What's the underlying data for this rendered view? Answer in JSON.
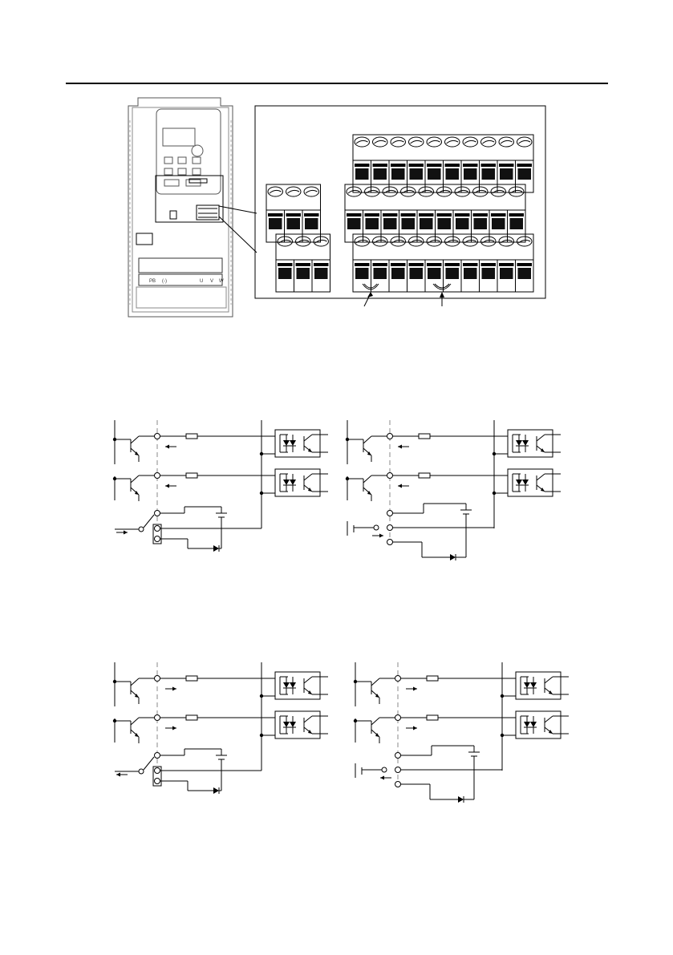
{
  "page": {
    "has_header_rule": true
  },
  "figure_top": {
    "drive_panel": {
      "terminal_labels": [
        "PB",
        "(-)",
        "U",
        "V",
        "W"
      ],
      "icons": [
        "keypad",
        "control-board",
        "power-terminal-block"
      ]
    },
    "terminal_rows": [
      {
        "count": 10
      },
      {
        "count": 3
      },
      {
        "count": 10
      },
      {
        "count": 3
      },
      {
        "count": 10
      }
    ],
    "jumpers": 2
  },
  "schematics": [
    {
      "id": "a"
    },
    {
      "id": "b"
    },
    {
      "id": "c"
    },
    {
      "id": "d"
    }
  ],
  "colors": {
    "line": "#000000",
    "drive_outline": "#555555",
    "dashed": "#888888"
  }
}
